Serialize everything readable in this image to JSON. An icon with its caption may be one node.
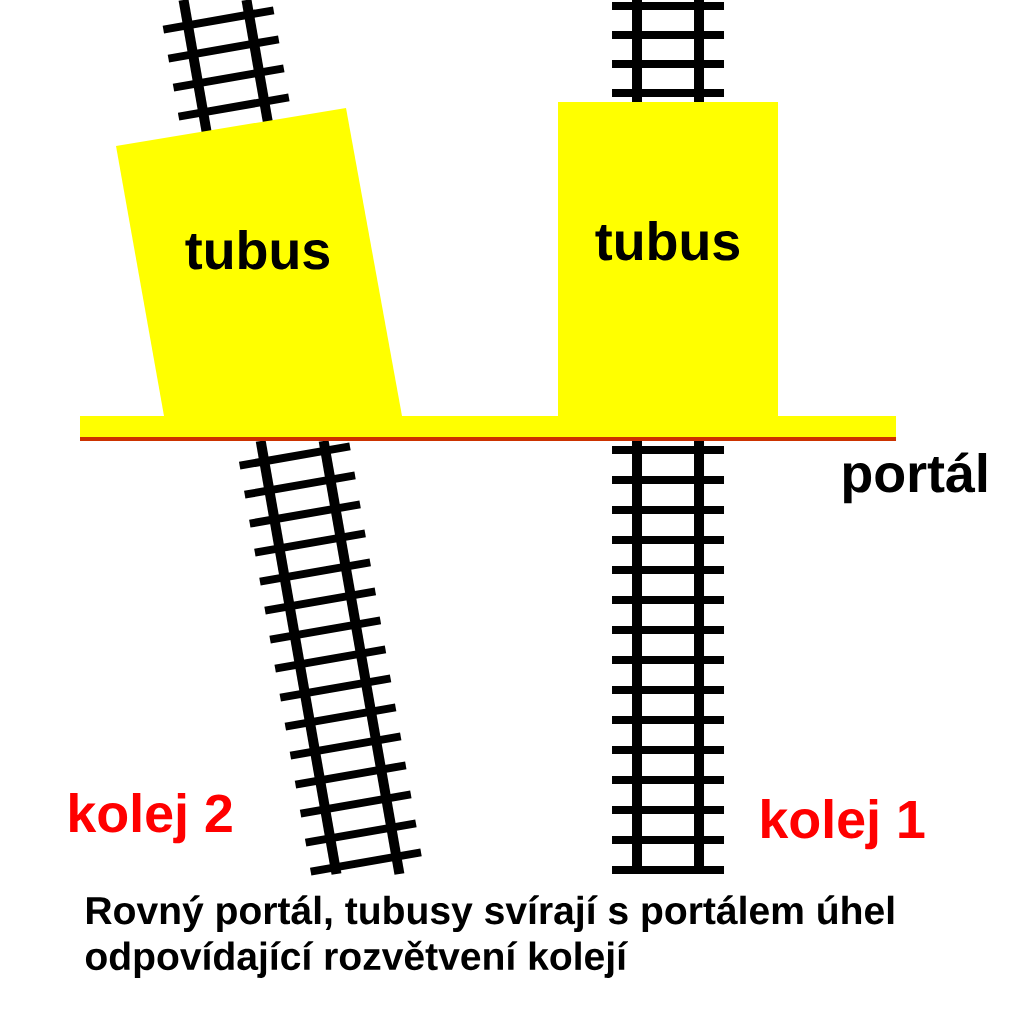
{
  "diagram": {
    "nodes": [
      {
        "text": [
          "tubus"
        ]
      },
      {
        "text": [
          "tubus"
        ]
      }
    ],
    "labels": [
      "portál",
      "kolej 2",
      "kolej 1"
    ],
    "caption": "Rovný portál, tubusy svírají s portálem úhel odpovídající rozvětvení kolejí"
  }
}
